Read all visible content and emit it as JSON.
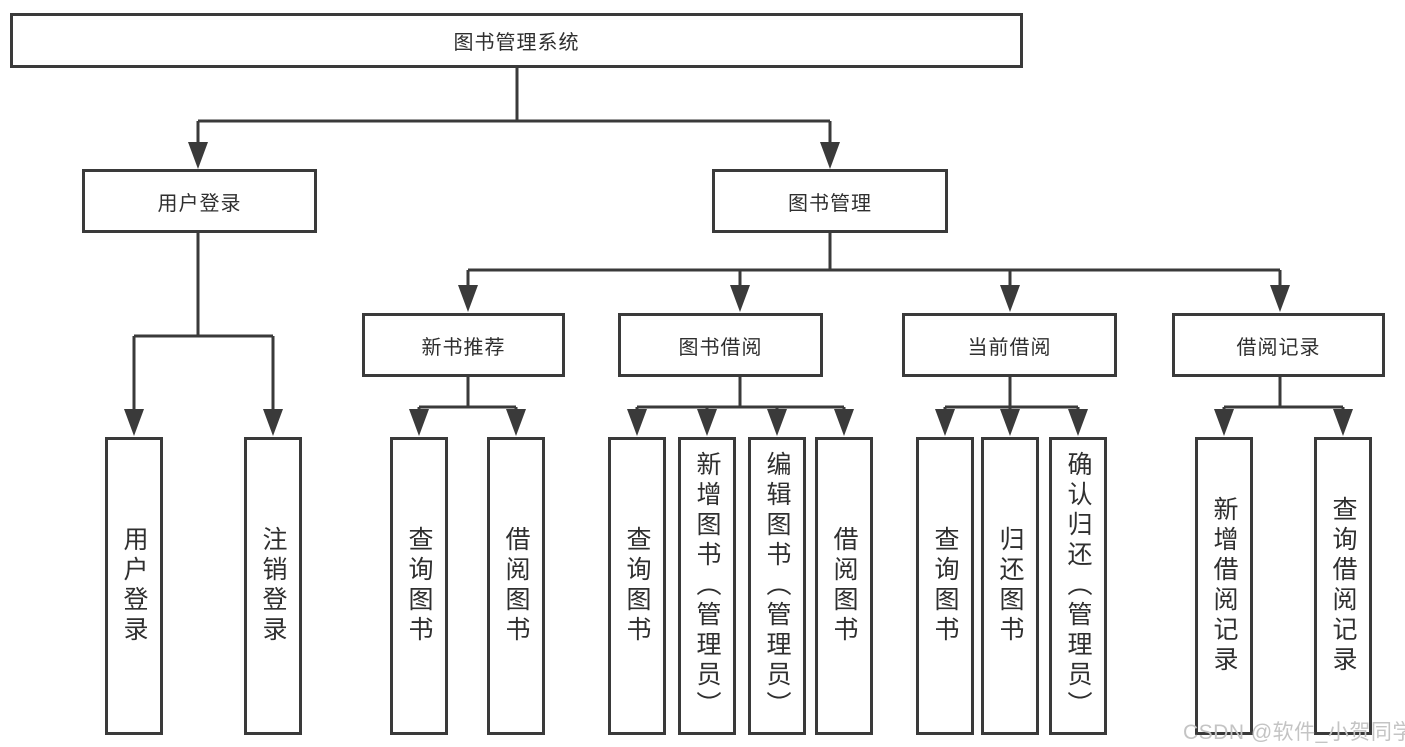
{
  "diagram": {
    "root": {
      "label": "图书管理系统"
    },
    "level2": [
      {
        "label": "用户登录"
      },
      {
        "label": "图书管理"
      }
    ],
    "level3": [
      {
        "label": "新书推荐"
      },
      {
        "label": "图书借阅"
      },
      {
        "label": "当前借阅"
      },
      {
        "label": "借阅记录"
      }
    ],
    "leaves": {
      "user_login": [
        "用户登录",
        "注销登录"
      ],
      "new_books": [
        "查询图书",
        "借阅图书"
      ],
      "borrowing": [
        "查询图书",
        "新增图书（管理员）",
        "编辑图书（管理员）",
        "借阅图书"
      ],
      "current": [
        "查询图书",
        "归还图书",
        "确认归还（管理员）"
      ],
      "records": [
        "新增借阅记录",
        "查询借阅记录"
      ]
    }
  },
  "watermark": {
    "text": "CSDN @软件_小贺同学"
  },
  "colors": {
    "line": "#3a3a3a",
    "text": "#2f2f2f",
    "background": "#ffffff",
    "watermark": "#c4c4c4"
  }
}
